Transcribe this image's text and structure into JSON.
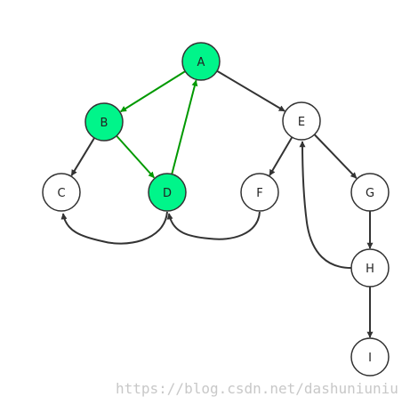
{
  "nodes": [
    {
      "id": "A",
      "label": "A",
      "highlight": true
    },
    {
      "id": "B",
      "label": "B",
      "highlight": true
    },
    {
      "id": "C",
      "label": "C",
      "highlight": false
    },
    {
      "id": "D",
      "label": "D",
      "highlight": true
    },
    {
      "id": "E",
      "label": "E",
      "highlight": false
    },
    {
      "id": "F",
      "label": "F",
      "highlight": false
    },
    {
      "id": "G",
      "label": "G",
      "highlight": false
    },
    {
      "id": "H",
      "label": "H",
      "highlight": false
    },
    {
      "id": "I",
      "label": "I",
      "highlight": false
    }
  ],
  "edges": [
    {
      "from": "A",
      "to": "B",
      "highlight": true
    },
    {
      "from": "B",
      "to": "D",
      "highlight": true
    },
    {
      "from": "D",
      "to": "A",
      "highlight": true
    },
    {
      "from": "A",
      "to": "E",
      "highlight": false
    },
    {
      "from": "B",
      "to": "C",
      "highlight": false
    },
    {
      "from": "D",
      "to": "C",
      "highlight": false
    },
    {
      "from": "F",
      "to": "D",
      "highlight": false
    },
    {
      "from": "E",
      "to": "F",
      "highlight": false
    },
    {
      "from": "E",
      "to": "G",
      "highlight": false
    },
    {
      "from": "G",
      "to": "H",
      "highlight": false
    },
    {
      "from": "H",
      "to": "E",
      "highlight": false
    },
    {
      "from": "H",
      "to": "I",
      "highlight": false
    }
  ],
  "colors": {
    "highlight_fill": "#00f58a",
    "highlight_edge": "#009900",
    "edge": "#333333",
    "node_stroke": "#333333",
    "node_fill": "#ffffff",
    "watermark": "#c8c8c8"
  },
  "watermark": "https://blog.csdn.net/dashuniuniu"
}
